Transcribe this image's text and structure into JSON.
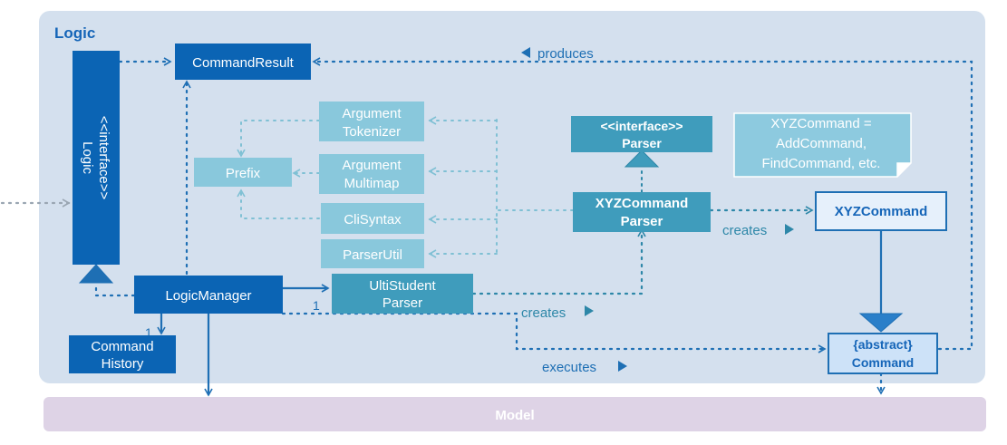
{
  "colors": {
    "panel_bg": "#d4e0ee",
    "dark_blue": "#0b64b4",
    "mid_teal": "#3f9cbc",
    "light_teal": "#89c8dc",
    "note_bg": "#8dcadf",
    "model_bg": "#ded3e6",
    "command_fill": "#cde2f8",
    "arrow_blue": "#1e6fb4",
    "dotted_light": "#7fc0d4"
  },
  "panel": {
    "title": "Logic"
  },
  "boxes": {
    "command_result": "CommandResult",
    "logic_interface_line1": "<<interface>>",
    "logic_interface_line2": "Logic",
    "logic_manager": "LogicManager",
    "command_history_line1": "Command",
    "command_history_line2": "History",
    "ulti_parser_line1": "UltiStudent",
    "ulti_parser_line2": "Parser",
    "argument_tokenizer_line1": "Argument",
    "argument_tokenizer_line2": "Tokenizer",
    "argument_multimap_line1": "Argument",
    "argument_multimap_line2": "Multimap",
    "prefix": "Prefix",
    "cli_syntax": "CliSyntax",
    "parser_util": "ParserUtil",
    "parser_interface_line1": "<<interface>>",
    "parser_interface_line2": "Parser",
    "xyz_parser_line1": "XYZCommand",
    "xyz_parser_line2": "Parser",
    "xyz_command": "XYZCommand",
    "abstract_command_line1": "{abstract}",
    "abstract_command_line2": "Command"
  },
  "note": {
    "line1": "XYZCommand =",
    "line2": "AddCommand,",
    "line3": "FindCommand, etc."
  },
  "labels": {
    "produces": "produces",
    "creates_1": "creates",
    "creates_2": "creates",
    "executes": "executes",
    "mult_one_history": "1",
    "mult_one_parser": "1"
  },
  "model": {
    "label": "Model"
  }
}
